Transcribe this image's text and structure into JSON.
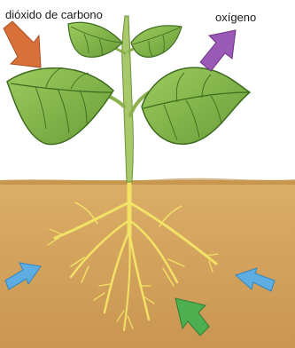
{
  "diagram": {
    "labels": {
      "carbon_dioxide": "dióxido de carbono",
      "oxygen": "oxígeno"
    },
    "arrows": {
      "carbon_dioxide_in": {
        "direction": "down-right",
        "color": "#d9703a"
      },
      "oxygen_out": {
        "direction": "up-right",
        "color": "#9b59b6"
      },
      "water_left": {
        "direction": "right",
        "color": "#5dade2"
      },
      "water_right": {
        "direction": "left",
        "color": "#5dade2"
      },
      "minerals_in": {
        "direction": "up-left",
        "color": "#4caf50"
      }
    },
    "colors": {
      "sky": "#ffffff",
      "soil": "#d4a25a",
      "soil_edge": "#b98640",
      "leaf": "#7fb24a",
      "leaf_vein": "#3d6b1f",
      "stem": "#a8c96a",
      "root": "#f2e266"
    }
  }
}
